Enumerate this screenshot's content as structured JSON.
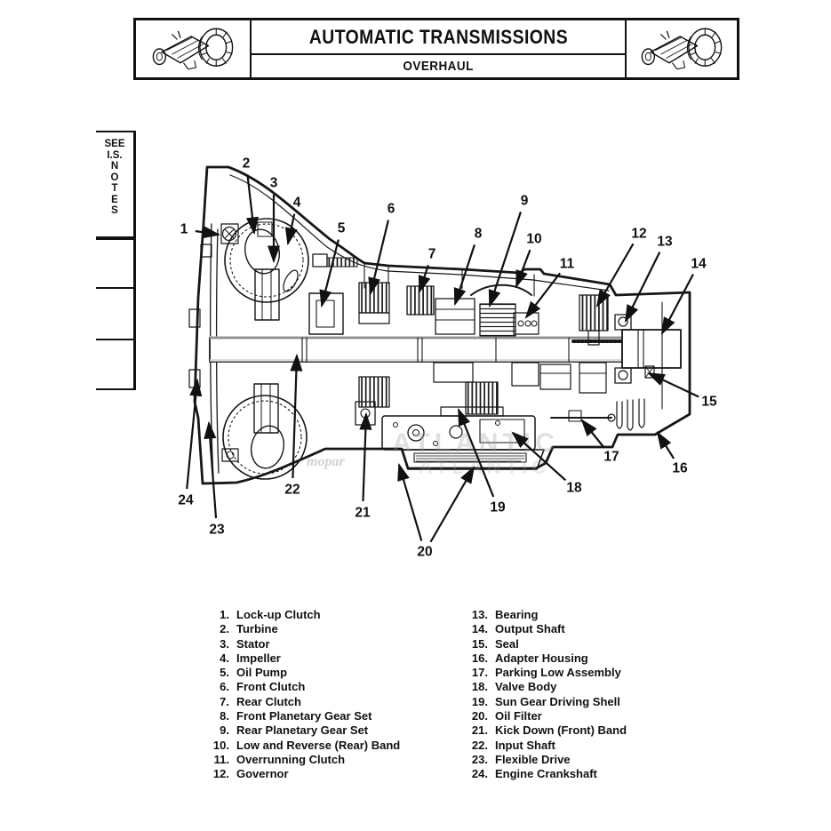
{
  "header": {
    "title": "AUTOMATIC TRANSMISSIONS",
    "subtitle": "OVERHAUL",
    "left_icon": "transmission-illustration",
    "right_icon": "transmission-illustration"
  },
  "sidebar": {
    "line1": "SEE",
    "line2": "I.S.",
    "vertical": [
      "N",
      "O",
      "T",
      "E",
      "S"
    ]
  },
  "watermark": {
    "line1": "ATLANTIC",
    "line2": "mopar"
  },
  "diagram": {
    "description": "Automatic transmission cross-section with numbered callouts",
    "callouts": [
      {
        "n": "1",
        "label": [
          207,
          258
        ],
        "ends": [
          [
            246,
            264
          ]
        ]
      },
      {
        "n": "2",
        "label": [
          277,
          184
        ],
        "ends": [
          [
            286,
            262
          ]
        ]
      },
      {
        "n": "3",
        "label": [
          308,
          206
        ],
        "ends": [
          [
            308,
            294
          ]
        ]
      },
      {
        "n": "4",
        "label": [
          334,
          228
        ],
        "ends": [
          [
            324,
            274
          ]
        ]
      },
      {
        "n": "5",
        "label": [
          384,
          257
        ],
        "ends": [
          [
            362,
            344
          ]
        ]
      },
      {
        "n": "6",
        "label": [
          440,
          235
        ],
        "ends": [
          [
            417,
            330
          ]
        ]
      },
      {
        "n": "7",
        "label": [
          486,
          286
        ],
        "ends": [
          [
            472,
            328
          ]
        ]
      },
      {
        "n": "8",
        "label": [
          538,
          263
        ],
        "ends": [
          [
            512,
            342
          ]
        ]
      },
      {
        "n": "9",
        "label": [
          590,
          226
        ],
        "ends": [
          [
            551,
            344
          ]
        ]
      },
      {
        "n": "10",
        "label": [
          601,
          269
        ],
        "ends": [
          [
            581,
            322
          ]
        ]
      },
      {
        "n": "11",
        "label": [
          638,
          297
        ],
        "ends": [
          [
            592,
            357
          ]
        ]
      },
      {
        "n": "12",
        "label": [
          719,
          263
        ],
        "ends": [
          [
            672,
            344
          ]
        ]
      },
      {
        "n": "13",
        "label": [
          748,
          272
        ],
        "ends": [
          [
            704,
            361
          ]
        ]
      },
      {
        "n": "14",
        "label": [
          786,
          297
        ],
        "ends": [
          [
            745,
            375
          ]
        ]
      },
      {
        "n": "15",
        "label": [
          798,
          452
        ],
        "ends": [
          [
            730,
            420
          ]
        ]
      },
      {
        "n": "16",
        "label": [
          765,
          527
        ],
        "ends": [
          [
            740,
            487
          ]
        ]
      },
      {
        "n": "17",
        "label": [
          688,
          514
        ],
        "ends": [
          [
            655,
            473
          ]
        ]
      },
      {
        "n": "18",
        "label": [
          646,
          549
        ],
        "ends": [
          [
            577,
            487
          ]
        ]
      },
      {
        "n": "19",
        "label": [
          560,
          571
        ],
        "ends": [
          [
            516,
            461
          ]
        ]
      },
      {
        "n": "20",
        "label": [
          478,
          621
        ],
        "ends": [
          [
            449,
            523
          ],
          [
            533,
            526
          ]
        ]
      },
      {
        "n": "21",
        "label": [
          408,
          577
        ],
        "ends": [
          [
            412,
            466
          ]
        ]
      },
      {
        "n": "22",
        "label": [
          329,
          551
        ],
        "ends": [
          [
            334,
            400
          ]
        ]
      },
      {
        "n": "23",
        "label": [
          244,
          596
        ],
        "ends": [
          [
            235,
            476
          ]
        ]
      },
      {
        "n": "24",
        "label": [
          209,
          563
        ],
        "ends": [
          [
            222,
            428
          ]
        ]
      }
    ]
  },
  "legend": {
    "columns": [
      {
        "items": [
          {
            "n": "1.",
            "t": "Lock-up Clutch"
          },
          {
            "n": "2.",
            "t": "Turbine"
          },
          {
            "n": "3.",
            "t": "Stator"
          },
          {
            "n": "4.",
            "t": "Impeller"
          },
          {
            "n": "5.",
            "t": "Oil Pump"
          },
          {
            "n": "6.",
            "t": "Front Clutch"
          },
          {
            "n": "7.",
            "t": "Rear Clutch"
          },
          {
            "n": "8.",
            "t": "Front Planetary Gear Set"
          },
          {
            "n": "9.",
            "t": "Rear Planetary Gear Set"
          },
          {
            "n": "10.",
            "t": "Low and Reverse (Rear) Band"
          },
          {
            "n": "11.",
            "t": "Overrunning Clutch"
          },
          {
            "n": "12.",
            "t": "Governor"
          }
        ]
      },
      {
        "items": [
          {
            "n": "13.",
            "t": "Bearing"
          },
          {
            "n": "14.",
            "t": "Output Shaft"
          },
          {
            "n": "15.",
            "t": "Seal"
          },
          {
            "n": "16.",
            "t": "Adapter Housing"
          },
          {
            "n": "17.",
            "t": "Parking Low Assembly"
          },
          {
            "n": "18.",
            "t": "Valve Body"
          },
          {
            "n": "19.",
            "t": "Sun Gear Driving Shell"
          },
          {
            "n": "20.",
            "t": "Oil Filter"
          },
          {
            "n": "21.",
            "t": "Kick Down (Front) Band"
          },
          {
            "n": "22.",
            "t": "Input Shaft"
          },
          {
            "n": "23.",
            "t": "Flexible Drive"
          },
          {
            "n": "24.",
            "t": "Engine Crankshaft"
          }
        ]
      }
    ]
  }
}
